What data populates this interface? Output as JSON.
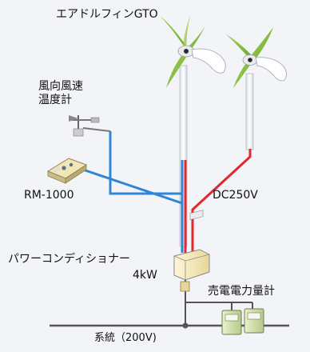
{
  "labels": {
    "turbine_name": "エアドルフィンGTO",
    "weather_sensor_line1": "風向風速",
    "weather_sensor_line2": "温度計",
    "monitor": "RM-1000",
    "dc_voltage": "DC250V",
    "inverter_line1": "パワーコンディショナー",
    "inverter_line2": "4kW",
    "meter": "売電電力量計",
    "grid": "系統（200V)"
  },
  "colors": {
    "background": "#f3f4f8",
    "signal_wire": "#2f86d6",
    "power_wire_positive": "#e0282e",
    "power_wire_negative": "#2f86d6",
    "grid_line": "#555555",
    "blade_green": "#8cc63f",
    "tower": "#f7f7f7"
  }
}
